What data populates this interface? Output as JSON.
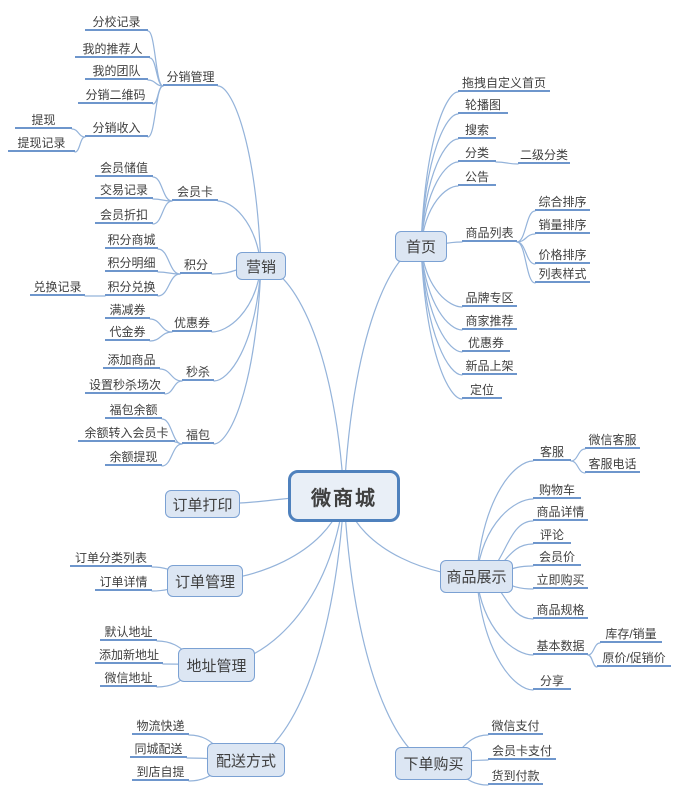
{
  "colors": {
    "connector": "#94b3da",
    "underline": "#6e96cc",
    "box_border": "#7ba1d3",
    "box_fill": "#dce6f3",
    "root_border": "#4f81bd",
    "root_fill": "#e9eff7",
    "text": "#3f3f3f"
  },
  "nodes": [
    {
      "id": "micro-mall",
      "label": "微商城",
      "parent": null
    },
    {
      "id": "marketing",
      "label": "营销",
      "parent": "micro-mall"
    },
    {
      "id": "distribution-management",
      "label": "分销管理",
      "parent": "marketing"
    },
    {
      "id": "branch-records",
      "label": "分校记录",
      "parent": "distribution-management"
    },
    {
      "id": "my-referrer",
      "label": "我的推荐人",
      "parent": "distribution-management"
    },
    {
      "id": "my-team",
      "label": "我的团队",
      "parent": "distribution-management"
    },
    {
      "id": "distribution-qrcode",
      "label": "分销二维码",
      "parent": "distribution-management"
    },
    {
      "id": "distribution-income",
      "label": "分销收入",
      "parent": "distribution-management"
    },
    {
      "id": "withdraw",
      "label": "提现",
      "parent": "distribution-income"
    },
    {
      "id": "withdraw-records",
      "label": "提现记录",
      "parent": "distribution-income"
    },
    {
      "id": "member-card",
      "label": "会员卡",
      "parent": "marketing"
    },
    {
      "id": "member-stored-value",
      "label": "会员储值",
      "parent": "member-card"
    },
    {
      "id": "transaction-records",
      "label": "交易记录",
      "parent": "member-card"
    },
    {
      "id": "member-discount",
      "label": "会员折扣",
      "parent": "member-card"
    },
    {
      "id": "points",
      "label": "积分",
      "parent": "marketing"
    },
    {
      "id": "points-mall",
      "label": "积分商城",
      "parent": "points"
    },
    {
      "id": "points-detail",
      "label": "积分明细",
      "parent": "points"
    },
    {
      "id": "points-exchange",
      "label": "积分兑换",
      "parent": "points"
    },
    {
      "id": "exchange-records",
      "label": "兑换记录",
      "parent": "points-exchange"
    },
    {
      "id": "coupon",
      "label": "优惠券",
      "parent": "marketing"
    },
    {
      "id": "full-reduction-coupon",
      "label": "满减券",
      "parent": "coupon"
    },
    {
      "id": "voucher",
      "label": "代金券",
      "parent": "coupon"
    },
    {
      "id": "flash-sale",
      "label": "秒杀",
      "parent": "marketing"
    },
    {
      "id": "add-product",
      "label": "添加商品",
      "parent": "flash-sale"
    },
    {
      "id": "set-flash-sessions",
      "label": "设置秒杀场次",
      "parent": "flash-sale"
    },
    {
      "id": "fortune-pack",
      "label": "福包",
      "parent": "marketing"
    },
    {
      "id": "fortune-pack-balance",
      "label": "福包余额",
      "parent": "fortune-pack"
    },
    {
      "id": "balance-to-member-card",
      "label": "余额转入会员卡",
      "parent": "fortune-pack"
    },
    {
      "id": "balance-withdraw",
      "label": "余额提现",
      "parent": "fortune-pack"
    },
    {
      "id": "home",
      "label": "首页",
      "parent": "micro-mall"
    },
    {
      "id": "drag-custom-home",
      "label": "拖拽自定义首页",
      "parent": "home"
    },
    {
      "id": "carousel",
      "label": "轮播图",
      "parent": "home"
    },
    {
      "id": "search",
      "label": "搜索",
      "parent": "home"
    },
    {
      "id": "category",
      "label": "分类",
      "parent": "home"
    },
    {
      "id": "sub-category",
      "label": "二级分类",
      "parent": "category"
    },
    {
      "id": "announcement",
      "label": "公告",
      "parent": "home"
    },
    {
      "id": "product-list",
      "label": "商品列表",
      "parent": "home"
    },
    {
      "id": "comprehensive-sort",
      "label": "综合排序",
      "parent": "product-list"
    },
    {
      "id": "sales-sort",
      "label": "销量排序",
      "parent": "product-list"
    },
    {
      "id": "price-sort",
      "label": "价格排序",
      "parent": "product-list"
    },
    {
      "id": "list-style",
      "label": "列表样式",
      "parent": "product-list"
    },
    {
      "id": "brand-zone",
      "label": "品牌专区",
      "parent": "home"
    },
    {
      "id": "merchant-recommend",
      "label": "商家推荐",
      "parent": "home"
    },
    {
      "id": "coupon-home",
      "label": "优惠券",
      "parent": "home"
    },
    {
      "id": "new-arrivals",
      "label": "新品上架",
      "parent": "home"
    },
    {
      "id": "location",
      "label": "定位",
      "parent": "home"
    },
    {
      "id": "order-print",
      "label": "订单打印",
      "parent": "micro-mall"
    },
    {
      "id": "order-management",
      "label": "订单管理",
      "parent": "micro-mall"
    },
    {
      "id": "order-category-list",
      "label": "订单分类列表",
      "parent": "order-management"
    },
    {
      "id": "order-detail",
      "label": "订单详情",
      "parent": "order-management"
    },
    {
      "id": "address-management",
      "label": "地址管理",
      "parent": "micro-mall"
    },
    {
      "id": "default-address",
      "label": "默认地址",
      "parent": "address-management"
    },
    {
      "id": "add-new-address",
      "label": "添加新地址",
      "parent": "address-management"
    },
    {
      "id": "wechat-address",
      "label": "微信地址",
      "parent": "address-management"
    },
    {
      "id": "delivery-method",
      "label": "配送方式",
      "parent": "micro-mall"
    },
    {
      "id": "logistics-express",
      "label": "物流快递",
      "parent": "delivery-method"
    },
    {
      "id": "local-delivery",
      "label": "同城配送",
      "parent": "delivery-method"
    },
    {
      "id": "store-pickup",
      "label": "到店自提",
      "parent": "delivery-method"
    },
    {
      "id": "product-display",
      "label": "商品展示",
      "parent": "micro-mall"
    },
    {
      "id": "customer-service",
      "label": "客服",
      "parent": "product-display"
    },
    {
      "id": "wechat-service",
      "label": "微信客服",
      "parent": "customer-service"
    },
    {
      "id": "service-phone",
      "label": "客服电话",
      "parent": "customer-service"
    },
    {
      "id": "shopping-cart",
      "label": "购物车",
      "parent": "product-display"
    },
    {
      "id": "product-detail",
      "label": "商品详情",
      "parent": "product-display"
    },
    {
      "id": "comments",
      "label": "评论",
      "parent": "product-display"
    },
    {
      "id": "member-price",
      "label": "会员价",
      "parent": "product-display"
    },
    {
      "id": "buy-now",
      "label": "立即购买",
      "parent": "product-display"
    },
    {
      "id": "product-spec",
      "label": "商品规格",
      "parent": "product-display"
    },
    {
      "id": "basic-data",
      "label": "基本数据",
      "parent": "product-display"
    },
    {
      "id": "stock-sales",
      "label": "库存/销量",
      "parent": "basic-data"
    },
    {
      "id": "original-promo-price",
      "label": "原价/促销价",
      "parent": "basic-data"
    },
    {
      "id": "share",
      "label": "分享",
      "parent": "product-display"
    },
    {
      "id": "place-order",
      "label": "下单购买",
      "parent": "micro-mall"
    },
    {
      "id": "wechat-pay",
      "label": "微信支付",
      "parent": "place-order"
    },
    {
      "id": "member-card-pay",
      "label": "会员卡支付",
      "parent": "place-order"
    },
    {
      "id": "cash-on-delivery",
      "label": "货到付款",
      "parent": "place-order"
    }
  ]
}
